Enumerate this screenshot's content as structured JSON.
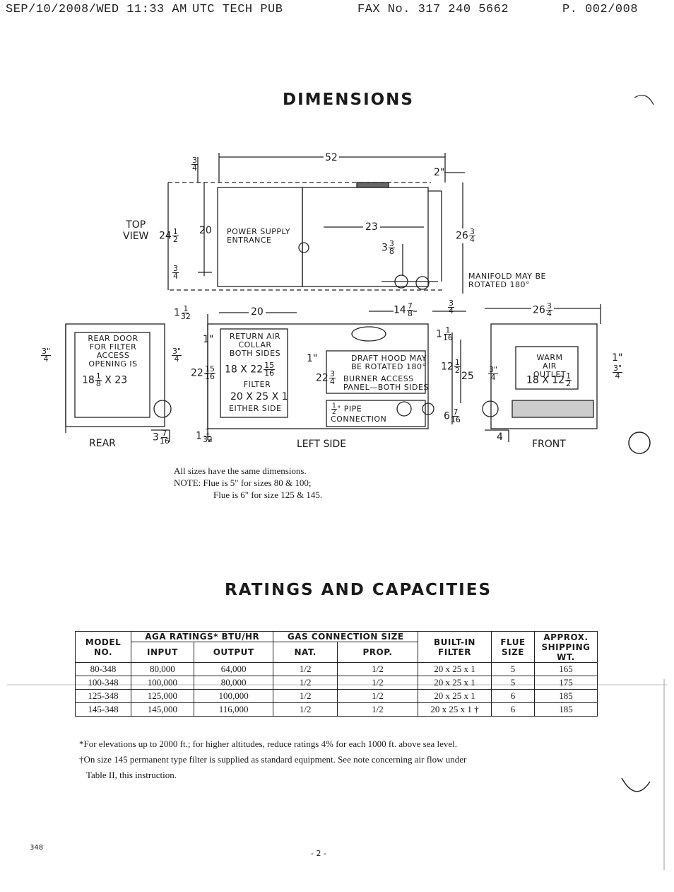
{
  "fax_header": {
    "datetime": "SEP/10/2008/WED 11:33 AM",
    "sender": "UTC TECH PUB",
    "fax_number": "FAX No. 317 240 5662",
    "page": "P. 002/008"
  },
  "dimensions": {
    "title": "DIMENSIONS",
    "top_view": {
      "label_line1": "TOP",
      "label_line2": "VIEW",
      "power_supply_line1": "POWER SUPPLY",
      "power_supply_line2": "ENTRANCE",
      "manifold_line1": "MANIFOLD MAY BE",
      "manifold_line2": "ROTATED 180°",
      "dim_52": "52",
      "dim_2": "2\"",
      "dim_20": "20",
      "dim_23": "23",
      "dim_24": "24",
      "dim_26": "26",
      "dim_3": "3",
      "frac_3_4_n": "3",
      "frac_3_4_d": "4",
      "frac_1_2_n": "1",
      "frac_1_2_d": "2",
      "frac_3_8_n": "3",
      "frac_3_8_d": "8"
    },
    "rear": {
      "label": "REAR",
      "door_line1": "REAR DOOR",
      "door_line2": "FOR FILTER",
      "door_line3": "ACCESS",
      "door_line4": "OPENING IS",
      "opening": "18",
      "opening_x": "X 23",
      "frac_1_n": "1",
      "frac_8_d": "8",
      "dim_3": "3",
      "dim_3q": "3\"",
      "frac_7_n": "7",
      "frac_16_d": "16"
    },
    "left_side": {
      "label": "LEFT SIDE",
      "return_line1": "RETURN AIR",
      "return_line2": "COLLAR",
      "return_line3": "BOTH SIDES",
      "return_size": "18 X 22",
      "filter_line1": "FILTER",
      "filter_line2": "20 X 25 X 1",
      "filter_line3": "EITHER SIDE",
      "draft_line1": "DRAFT HOOD MAY",
      "draft_line2": "BE ROTATED 180°",
      "burner_line1": "BURNER ACCESS",
      "burner_line2": "PANEL—BOTH SIDES",
      "pipe_line1": "PIPE",
      "pipe_line2": "CONNECTION",
      "dim_20": "20",
      "dim_14": "14",
      "dim_22": "22",
      "dim_25": "25",
      "dim_12": "12",
      "dim_1q": "1\"",
      "dim_1": "1",
      "dim_6": "6",
      "frac_15_n": "15",
      "frac_16_d": "16",
      "frac_7_n": "7",
      "frac_8_d": "8",
      "frac_1_n": "1",
      "frac_32_d": "32",
      "frac_3_n": "3",
      "frac_4_d": "4",
      "frac_2_d": "2"
    },
    "front": {
      "label": "FRONT",
      "warm_line1": "WARM AIR",
      "warm_line2": "OUTLET",
      "warm_size": "18 X 12",
      "dim_26": "26",
      "dim_4": "4",
      "dim_1q": "1\"",
      "dim_3q": "3\"",
      "frac_3_n": "3",
      "frac_4_d": "4",
      "frac_1_n": "1",
      "frac_2_d": "2"
    },
    "notes": {
      "line1": "All sizes have the same dimensions.",
      "line2": "NOTE: Flue is 5\" for sizes 80 & 100;",
      "line3": "Flue is 6\" for size 125 & 145."
    }
  },
  "ratings": {
    "title": "RATINGS AND CAPACITIES",
    "headers": {
      "model": "MODEL NO.",
      "aga": "AGA RATINGS* BTU/HR",
      "input": "INPUT",
      "output": "OUTPUT",
      "gas": "GAS CONNECTION SIZE",
      "nat": "NAT.",
      "prop": "PROP.",
      "filter": "BUILT-IN FILTER",
      "flue": "FLUE SIZE",
      "shipping": "APPROX. SHIPPING WT."
    },
    "rows": [
      {
        "model": "80-348",
        "input": "80,000",
        "output": "64,000",
        "nat": "1/2",
        "prop": "1/2",
        "filter": "20 x 25 x 1",
        "flue": "5",
        "wt": "165"
      },
      {
        "model": "100-348",
        "input": "100,000",
        "output": "80,000",
        "nat": "1/2",
        "prop": "1/2",
        "filter": "20 x 25 x 1",
        "flue": "5",
        "wt": "175"
      },
      {
        "model": "125-348",
        "input": "125,000",
        "output": "100,000",
        "nat": "1/2",
        "prop": "1/2",
        "filter": "20 x 25 x 1",
        "flue": "6",
        "wt": "185"
      },
      {
        "model": "145-348",
        "input": "145,000",
        "output": "116,000",
        "nat": "1/2",
        "prop": "1/2",
        "filter": "20 x 25 x 1 †",
        "flue": "6",
        "wt": "185"
      }
    ],
    "footnote1": "*For elevations up to 2000 ft.; for higher altitudes, reduce ratings 4% for each 1000 ft. above sea level.",
    "footnote2": "†On size 145 permanent type filter is supplied as standard equipment. See note concerning air flow under",
    "footnote3": "Table II, this instruction."
  },
  "footer": {
    "model_ref": "348",
    "page_number": "- 2 -"
  }
}
